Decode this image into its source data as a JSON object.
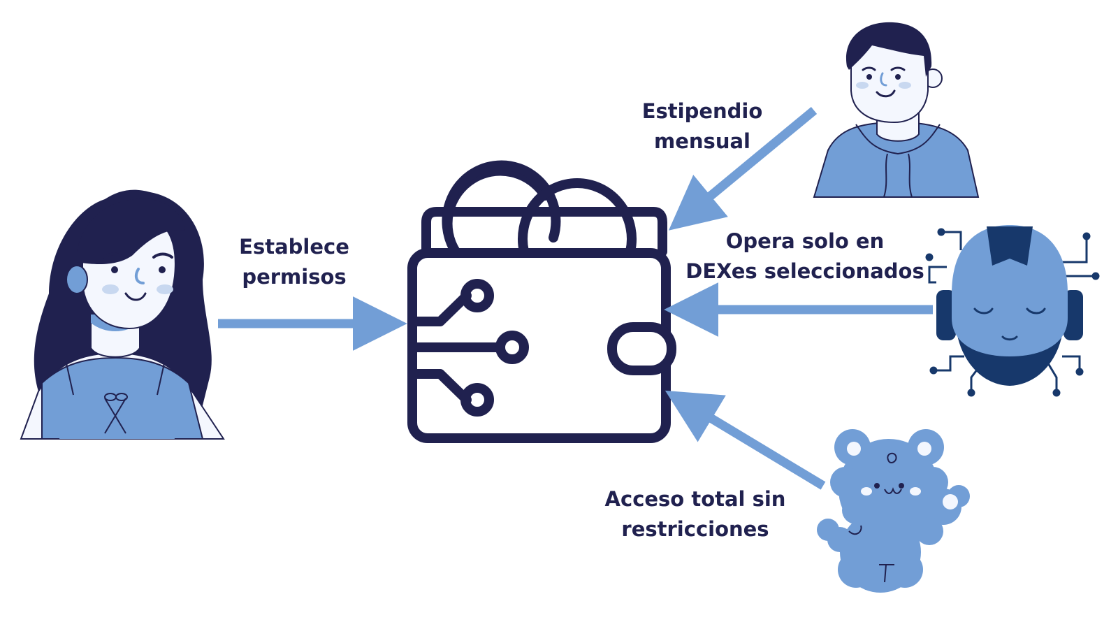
{
  "colors": {
    "navy": "#20214f",
    "blue": "#729ed6",
    "light": "#f4f7fe",
    "robot_dark": "#17386b",
    "white": "#ffffff"
  },
  "icons": {
    "owner": "woman-avatar-icon",
    "wallet": "smart-wallet-icon",
    "child": "boy-avatar-icon",
    "bot": "robot-avatar-icon",
    "pet": "teddy-bear-icon"
  },
  "labels": {
    "permissions": {
      "line1": "Establece",
      "line2": "permisos"
    },
    "stipend": {
      "line1": "Estipendio",
      "line2": "mensual"
    },
    "dex": {
      "line1": "Opera solo en",
      "line2": "DEXes seleccionados"
    },
    "full_access": {
      "line1": "Acceso total sin",
      "line2": "restricciones"
    }
  }
}
